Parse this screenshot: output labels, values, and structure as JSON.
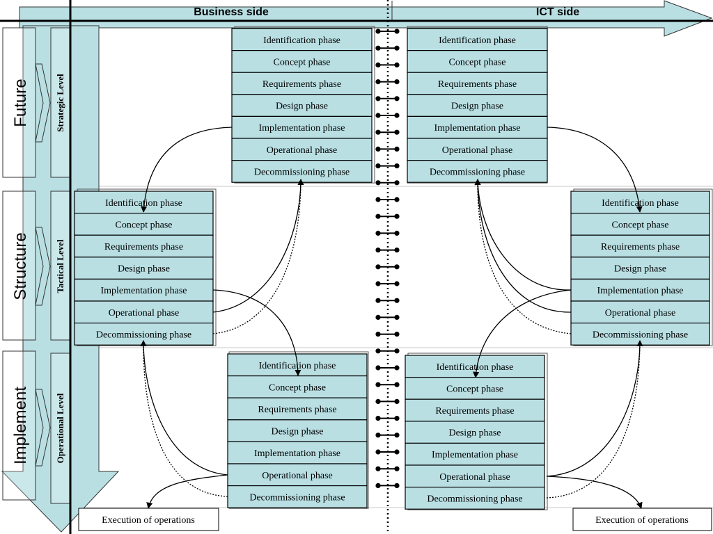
{
  "header": {
    "business_label": "Business side",
    "ict_label": "ICT side"
  },
  "rows": [
    {
      "side_label": "Future",
      "level_label": "Strategic Level"
    },
    {
      "side_label": "Structure",
      "level_label": "Tactical  Level"
    },
    {
      "side_label": "Implement",
      "level_label": "Operational  Level"
    }
  ],
  "phases": [
    "Identification phase",
    "Concept phase",
    "Requirements phase",
    "Design phase",
    "Implementation phase",
    "Operational phase",
    "Decommissioning phase"
  ],
  "execution": {
    "left_label": "Execution of operations",
    "right_label": "Execution of operations"
  },
  "colors": {
    "box_fill": "#b9dfe3",
    "arrow_fill": "#b9dfe3",
    "line": "#000000",
    "guide": "#c8c8c8"
  }
}
